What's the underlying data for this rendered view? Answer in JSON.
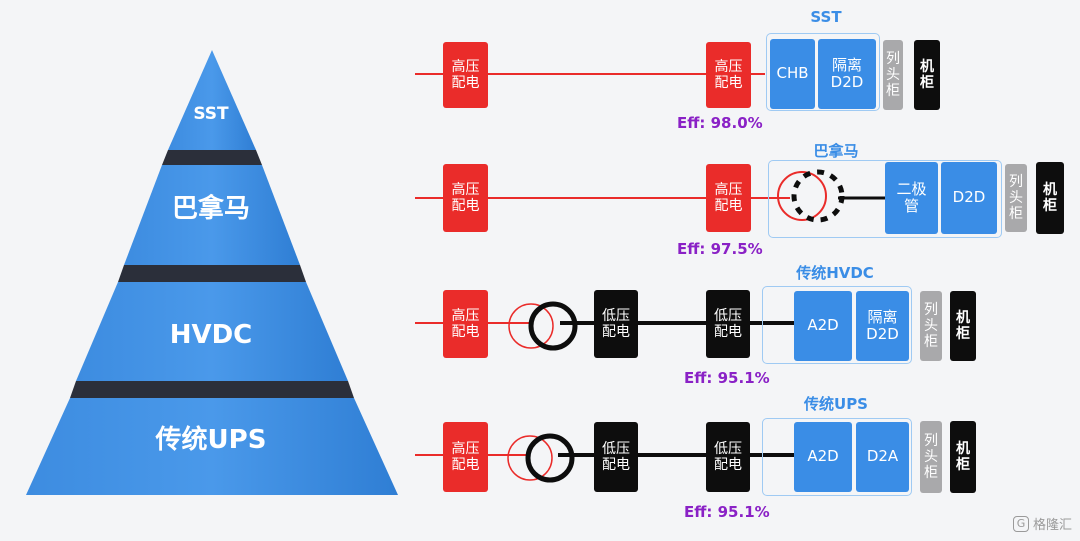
{
  "pyramid": {
    "levels": [
      "SST",
      "巴拿马",
      "HVDC",
      "传统UPS"
    ]
  },
  "rows": [
    {
      "title": "SST",
      "eff": "Eff: 98.0%",
      "hv1": [
        "高压",
        "配电"
      ],
      "hv2": [
        "高压",
        "配电"
      ],
      "stage1": [
        "CHB"
      ],
      "stage2": [
        "隔离",
        "D2D"
      ],
      "cabinet": [
        "列",
        "头",
        "柜"
      ],
      "rack": [
        "机",
        "柜"
      ]
    },
    {
      "title": "巴拿马",
      "eff": "Eff: 97.5%",
      "hv1": [
        "高压",
        "配电"
      ],
      "hv2": [
        "高压",
        "配电"
      ],
      "stage1": [
        "二极",
        "管"
      ],
      "stage2": [
        "D2D"
      ],
      "cabinet": [
        "列",
        "头",
        "柜"
      ],
      "rack": [
        "机",
        "柜"
      ]
    },
    {
      "title": "传统HVDC",
      "eff": "Eff: 95.1%",
      "hv1": [
        "高压",
        "配电"
      ],
      "lv1": [
        "低压",
        "配电"
      ],
      "lv2": [
        "低压",
        "配电"
      ],
      "stage1": [
        "A2D"
      ],
      "stage2": [
        "隔离",
        "D2D"
      ],
      "cabinet": [
        "列",
        "头",
        "柜"
      ],
      "rack": [
        "机",
        "柜"
      ]
    },
    {
      "title": "传统UPS",
      "eff": "Eff: 95.1%",
      "hv1": [
        "高压",
        "配电"
      ],
      "lv1": [
        "低压",
        "配电"
      ],
      "lv2": [
        "低压",
        "配电"
      ],
      "stage1": [
        "A2D"
      ],
      "stage2": [
        "D2A"
      ],
      "cabinet": [
        "列",
        "头",
        "柜"
      ],
      "rack": [
        "机",
        "柜"
      ]
    }
  ],
  "watermark": "格隆汇",
  "colors": {
    "red": "#ea2c2a",
    "blue": "#3a8de6",
    "black": "#0d0d0d",
    "gray": "#a9a9ab",
    "purple": "#8a21c6"
  }
}
